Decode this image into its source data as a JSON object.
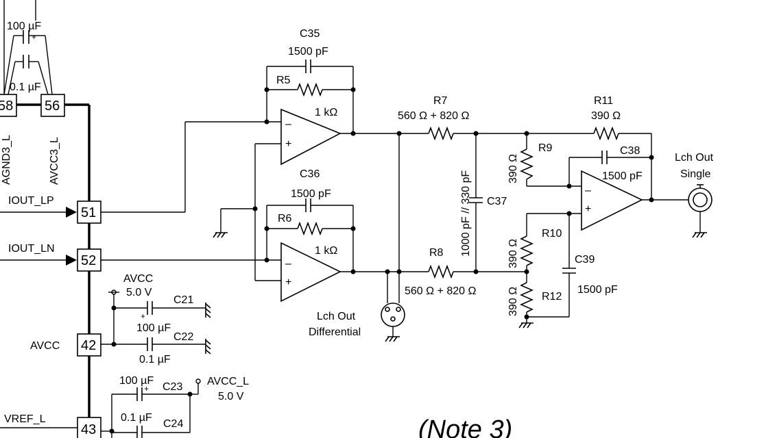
{
  "pins": {
    "p58": "58",
    "p56": "56",
    "p51": "51",
    "p52": "52",
    "p42": "42",
    "p43": "43",
    "agnd3_l": "AGND3_L",
    "avcc3_l": "AVCC3_L",
    "iout_lp": "IOUT_LP",
    "iout_ln": "IOUT_LN",
    "avcc": "AVCC",
    "vref_l": "VREF_L"
  },
  "components": {
    "c_top_bulk": {
      "value": "100 µF"
    },
    "c_top_bypass": {
      "value": "0.1 µF"
    },
    "c35": {
      "ref": "C35",
      "value": "1500 pF"
    },
    "r5": {
      "ref": "R5",
      "value": "1 kΩ"
    },
    "c36": {
      "ref": "C36",
      "value": "1500 pF"
    },
    "r6": {
      "ref": "R6",
      "value": "1 kΩ"
    },
    "r7": {
      "ref": "R7",
      "value": "560 Ω + 820 Ω"
    },
    "r8": {
      "ref": "R8",
      "value": "560 Ω + 820 Ω"
    },
    "c37": {
      "ref": "C37",
      "value": "1000 pF // 330 pF"
    },
    "r9": {
      "ref": "R9",
      "value": "390 Ω"
    },
    "r10": {
      "ref": "R10",
      "value": "390 Ω"
    },
    "r12": {
      "ref": "R12",
      "value": "390 Ω"
    },
    "r11": {
      "ref": "R11",
      "value": "390 Ω"
    },
    "c38": {
      "ref": "C38",
      "value": "1500 pF"
    },
    "c39": {
      "ref": "C39",
      "value": "1500 pF"
    },
    "c21": {
      "ref": "C21",
      "value": "100 µF"
    },
    "c22": {
      "ref": "C22",
      "value": "0.1 µF"
    },
    "c23": {
      "ref": "C23",
      "value": "100 µF"
    },
    "c24": {
      "ref": "C24",
      "value": "0.1 µF"
    }
  },
  "opamp_signs": {
    "minus": "–",
    "plus": "+"
  },
  "supplies": {
    "avcc_name": "AVCC",
    "avcc_volt": "5.0 V",
    "avcc_l_name": "AVCC_L",
    "avcc_l_volt": "5.0 V"
  },
  "outputs": {
    "diff_line1": "Lch Out",
    "diff_line2": "Differential",
    "single_line1": "Lch Out",
    "single_line2": "Single"
  },
  "note": "(Note 3)"
}
